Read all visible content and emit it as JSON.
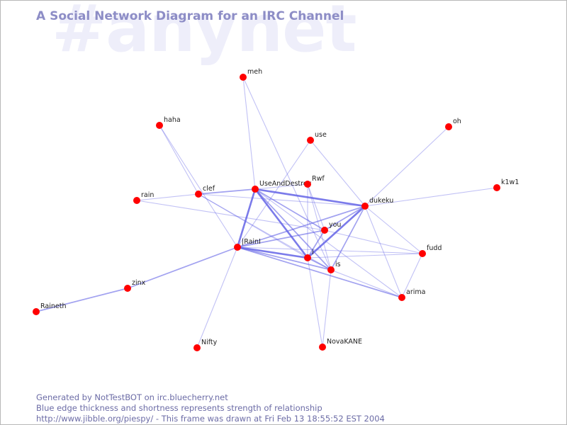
{
  "watermark": "#anynet",
  "title": "A Social Network Diagram for an IRC Channel",
  "colors": {
    "edge": "#6464e6",
    "node": "#ff0000",
    "title": "#8d8dc6",
    "watermark": "#eeeefa",
    "footer": "#6c6ca6"
  },
  "nodes": [
    {
      "id": "meh",
      "label": "meh"
    },
    {
      "id": "haha",
      "label": "haha"
    },
    {
      "id": "use",
      "label": "use"
    },
    {
      "id": "oh",
      "label": "oh"
    },
    {
      "id": "k1w1",
      "label": "k1w1"
    },
    {
      "id": "UseAndDestroy",
      "label": "UseAndDestroy"
    },
    {
      "id": "Rwf",
      "label": "Rwf"
    },
    {
      "id": "clef",
      "label": "clef"
    },
    {
      "id": "rain",
      "label": "rain"
    },
    {
      "id": "dukeku",
      "label": "dukeku"
    },
    {
      "id": "you",
      "label": "you"
    },
    {
      "id": "IRainI",
      "label": "|RainI"
    },
    {
      "id": "i",
      "label": "i"
    },
    {
      "id": "fudd",
      "label": "fudd"
    },
    {
      "id": "is",
      "label": "is"
    },
    {
      "id": "arima",
      "label": "arima"
    },
    {
      "id": "zinx",
      "label": "zinx"
    },
    {
      "id": "Raineth",
      "label": "Raineth"
    },
    {
      "id": "Nifty",
      "label": "Nifty"
    },
    {
      "id": "NovaKANE",
      "label": "NovaKANE"
    }
  ],
  "edges": [
    {
      "source": "meh",
      "target": "UseAndDestroy",
      "strength": 1
    },
    {
      "source": "meh",
      "target": "is",
      "strength": 1
    },
    {
      "source": "haha",
      "target": "IRainI",
      "strength": 1
    },
    {
      "source": "haha",
      "target": "clef",
      "strength": 1
    },
    {
      "source": "use",
      "target": "dukeku",
      "strength": 1
    },
    {
      "source": "use",
      "target": "IRainI",
      "strength": 1
    },
    {
      "source": "oh",
      "target": "dukeku",
      "strength": 1
    },
    {
      "source": "k1w1",
      "target": "dukeku",
      "strength": 1
    },
    {
      "source": "clef",
      "target": "UseAndDestroy",
      "strength": 2
    },
    {
      "source": "clef",
      "target": "dukeku",
      "strength": 1
    },
    {
      "source": "clef",
      "target": "i",
      "strength": 1
    },
    {
      "source": "clef",
      "target": "is",
      "strength": 1
    },
    {
      "source": "rain",
      "target": "clef",
      "strength": 1
    },
    {
      "source": "rain",
      "target": "you",
      "strength": 1
    },
    {
      "source": "UseAndDestroy",
      "target": "dukeku",
      "strength": 3
    },
    {
      "source": "UseAndDestroy",
      "target": "IRainI",
      "strength": 3
    },
    {
      "source": "UseAndDestroy",
      "target": "i",
      "strength": 3
    },
    {
      "source": "UseAndDestroy",
      "target": "you",
      "strength": 2
    },
    {
      "source": "UseAndDestroy",
      "target": "is",
      "strength": 2
    },
    {
      "source": "UseAndDestroy",
      "target": "arima",
      "strength": 1
    },
    {
      "source": "Rwf",
      "target": "i",
      "strength": 1
    },
    {
      "source": "Rwf",
      "target": "is",
      "strength": 1
    },
    {
      "source": "Rwf",
      "target": "you",
      "strength": 1
    },
    {
      "source": "Rwf",
      "target": "UseAndDestroy",
      "strength": 1
    },
    {
      "source": "dukeku",
      "target": "i",
      "strength": 3
    },
    {
      "source": "dukeku",
      "target": "IRainI",
      "strength": 2
    },
    {
      "source": "dukeku",
      "target": "is",
      "strength": 2
    },
    {
      "source": "dukeku",
      "target": "you",
      "strength": 2
    },
    {
      "source": "dukeku",
      "target": "arima",
      "strength": 1
    },
    {
      "source": "dukeku",
      "target": "fudd",
      "strength": 1
    },
    {
      "source": "IRainI",
      "target": "you",
      "strength": 2
    },
    {
      "source": "IRainI",
      "target": "i",
      "strength": 3
    },
    {
      "source": "IRainI",
      "target": "is",
      "strength": 2
    },
    {
      "source": "IRainI",
      "target": "fudd",
      "strength": 1
    },
    {
      "source": "IRainI",
      "target": "arima",
      "strength": 2
    },
    {
      "source": "IRainI",
      "target": "zinx",
      "strength": 2
    },
    {
      "source": "IRainI",
      "target": "Nifty",
      "strength": 1
    },
    {
      "source": "i",
      "target": "you",
      "strength": 2
    },
    {
      "source": "i",
      "target": "fudd",
      "strength": 1
    },
    {
      "source": "i",
      "target": "is",
      "strength": 2
    },
    {
      "source": "i",
      "target": "NovaKANE",
      "strength": 1
    },
    {
      "source": "is",
      "target": "NovaKANE",
      "strength": 1
    },
    {
      "source": "you",
      "target": "fudd",
      "strength": 1
    },
    {
      "source": "is",
      "target": "arima",
      "strength": 1
    },
    {
      "source": "fudd",
      "target": "arima",
      "strength": 1
    },
    {
      "source": "zinx",
      "target": "Raineth",
      "strength": 2
    }
  ],
  "footer": {
    "line1": "Generated by NotTestBOT on irc.bluecherry.net",
    "line2": "Blue edge thickness and shortness represents strength of relationship",
    "line3": "http://www.jibble.org/piespy/ - This frame was drawn at Fri Feb 13 18:55:52 EST 2004"
  }
}
